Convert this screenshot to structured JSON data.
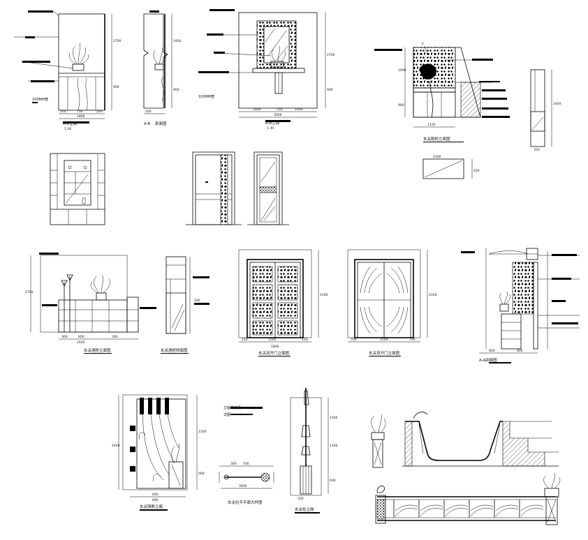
{
  "drawings": {
    "top_left_caption": "A-A立面",
    "top_left_scale": "1:30",
    "side_a_caption": "A-B",
    "side_a_note": "剖面图",
    "mirror_caption": "A-B立面",
    "mirror_scale": "1:30",
    "entrance_caption": "玄关鞋柜立面图",
    "bottom_row2_left_caption": "玄关酒柜立面图",
    "bottom_row2_side_caption": "玄关酒柜侧面图",
    "door_a_caption": "玄关双开门立面图",
    "door_b_caption": "玄关双开门立面图",
    "right_section_caption": "A-A剖面图",
    "partition_caption": "玄关隔断立面",
    "handle_caption": "玄关拉手平面大样图",
    "post_caption": "玄关柱立面",
    "note_text": "100MM宽",
    "ref_label": "E",
    "note_label_1": "立面做法见",
    "note_label_2": "详图"
  },
  "dims": {
    "d1": "1800",
    "d2": "250",
    "d3": "750",
    "d4": "2700",
    "d5": "900",
    "d6": "1000",
    "d7": "2400",
    "d8": "500",
    "d9": "1200",
    "d10": "600",
    "d11": "350",
    "d12": "200",
    "d13": "2440",
    "d14": "800",
    "d15": "1900",
    "d16": "150",
    "d17": "2100",
    "d18": "400",
    "d19": "1500",
    "d20": "300",
    "d21": "700",
    "d22": "3000",
    "d23": "1100"
  },
  "colors": {
    "line": "#000000",
    "background": "#ffffff"
  }
}
